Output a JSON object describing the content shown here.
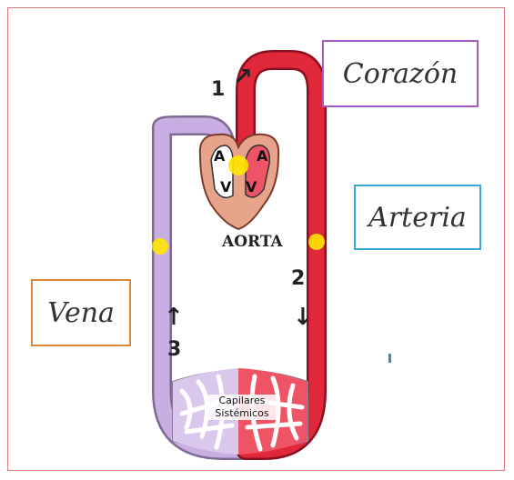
{
  "labels": {
    "corazon": "Corazón",
    "arteria": "Arteria",
    "vena": "Vena",
    "aorta": "AORTA",
    "capilares_line1": "Capilares",
    "capilares_line2": "Sistémicos"
  },
  "heart_chambers": {
    "atrium_left": "A",
    "atrium_right": "A",
    "ventricle_left": "V",
    "ventricle_right": "V"
  },
  "steps": {
    "step1_number": "1",
    "step1_arrow": "↗",
    "step2_number": "2",
    "step2_arrow": "↓",
    "step3_number": "3",
    "step3_arrow": "↑"
  },
  "colors": {
    "artery": "#e0283a",
    "vein": "#c8aee3",
    "heart": "#e8a48a",
    "box_corazon": "#a45bc4",
    "box_arteria": "#3aa6d9",
    "box_vena": "#e0883a",
    "marker": "#ffe600"
  }
}
